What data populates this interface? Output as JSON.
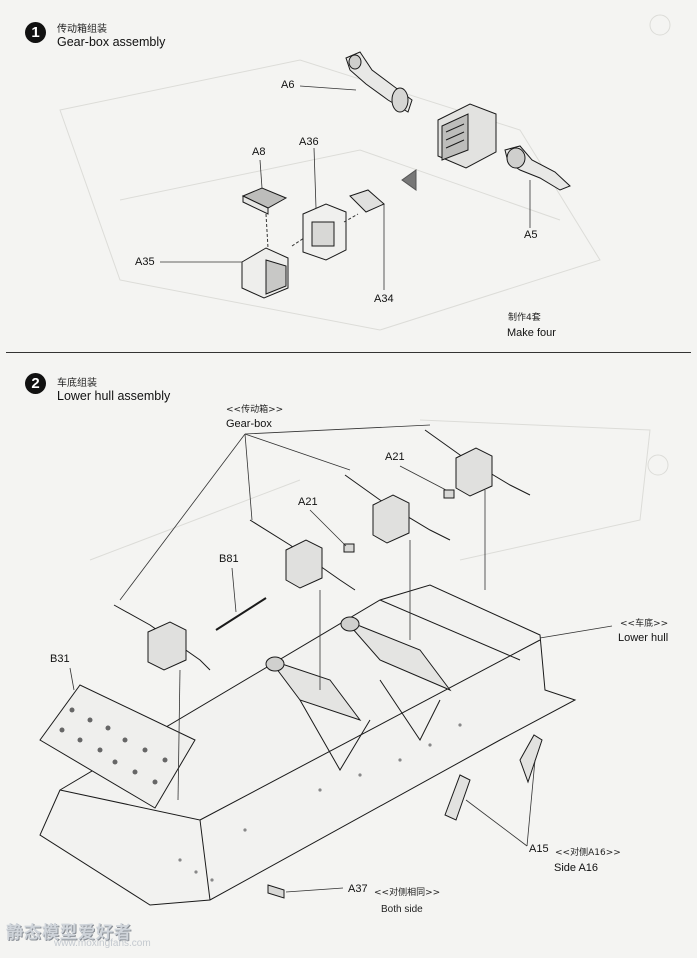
{
  "step1": {
    "number": "1",
    "title_cn": "传动箱组装",
    "title_en": "Gear-box assembly",
    "parts": [
      "A6",
      "A8",
      "A36",
      "A35",
      "A34",
      "A5"
    ],
    "note_cn": "制作4套",
    "note_en": "Make four"
  },
  "step2": {
    "number": "2",
    "title_cn": "车底组装",
    "title_en": "Lower hull assembly",
    "gearbox_cn": "<<传动箱>>",
    "gearbox_en": "Gear-box",
    "parts": [
      "A21",
      "A21",
      "B81",
      "B31"
    ],
    "lower_hull_cn": "<<车底>>",
    "lower_hull_en": "Lower hull",
    "a15_label": "A15",
    "a15_cn": "<<对侧A16>>",
    "a15_en": "Side A16",
    "a37_label": "A37",
    "a37_cn": "<<对侧相同>>",
    "a37_en": "Both side"
  },
  "watermark": {
    "cn": "静态模型爱好者",
    "url": "www.moxingfans.com"
  },
  "colors": {
    "paper": "#f4f4f2",
    "ink": "#111111",
    "ghost": "#c8c8c4"
  }
}
